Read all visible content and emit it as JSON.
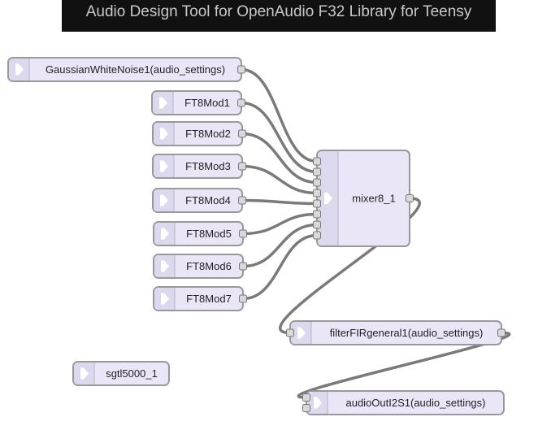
{
  "title": "Audio Design Tool for OpenAudio F32 Library for Teensy",
  "nodes": [
    {
      "id": "noise",
      "label": "GaussianWhiteNoise1(audio_settings)",
      "inputs": 0,
      "outputs": 1
    },
    {
      "id": "ft1",
      "label": "FT8Mod1",
      "inputs": 0,
      "outputs": 1
    },
    {
      "id": "ft2",
      "label": "FT8Mod2",
      "inputs": 0,
      "outputs": 1
    },
    {
      "id": "ft3",
      "label": "FT8Mod3",
      "inputs": 0,
      "outputs": 1
    },
    {
      "id": "ft4",
      "label": "FT8Mod4",
      "inputs": 0,
      "outputs": 1
    },
    {
      "id": "ft5",
      "label": "FT8Mod5",
      "inputs": 0,
      "outputs": 1
    },
    {
      "id": "ft6",
      "label": "FT8Mod6",
      "inputs": 0,
      "outputs": 1
    },
    {
      "id": "ft7",
      "label": "FT8Mod7",
      "inputs": 0,
      "outputs": 1
    },
    {
      "id": "mixer",
      "label": "mixer8_1",
      "inputs": 8,
      "outputs": 1
    },
    {
      "id": "fir",
      "label": "filterFIRgeneral1(audio_settings)",
      "inputs": 1,
      "outputs": 1
    },
    {
      "id": "sgtl",
      "label": "sgtl5000_1",
      "inputs": 0,
      "outputs": 0
    },
    {
      "id": "i2s",
      "label": "audioOutI2S1(audio_settings)",
      "inputs": 2,
      "outputs": 0
    }
  ],
  "wires": [
    {
      "from": "noise",
      "to": "mixer",
      "to_port": 0
    },
    {
      "from": "ft1",
      "to": "mixer",
      "to_port": 1
    },
    {
      "from": "ft2",
      "to": "mixer",
      "to_port": 2
    },
    {
      "from": "ft3",
      "to": "mixer",
      "to_port": 3
    },
    {
      "from": "ft4",
      "to": "mixer",
      "to_port": 4
    },
    {
      "from": "ft5",
      "to": "mixer",
      "to_port": 5
    },
    {
      "from": "ft6",
      "to": "mixer",
      "to_port": 6
    },
    {
      "from": "ft7",
      "to": "mixer",
      "to_port": 7
    },
    {
      "from": "mixer",
      "to": "fir",
      "to_port": 0
    },
    {
      "from": "fir",
      "to": "i2s",
      "to_port": 0
    }
  ],
  "colors": {
    "node_fill": "#eae6f8",
    "node_border": "#999999",
    "wire": "#7a7a7a",
    "title_bg": "#111111",
    "title_text": "#c8c8c8"
  }
}
